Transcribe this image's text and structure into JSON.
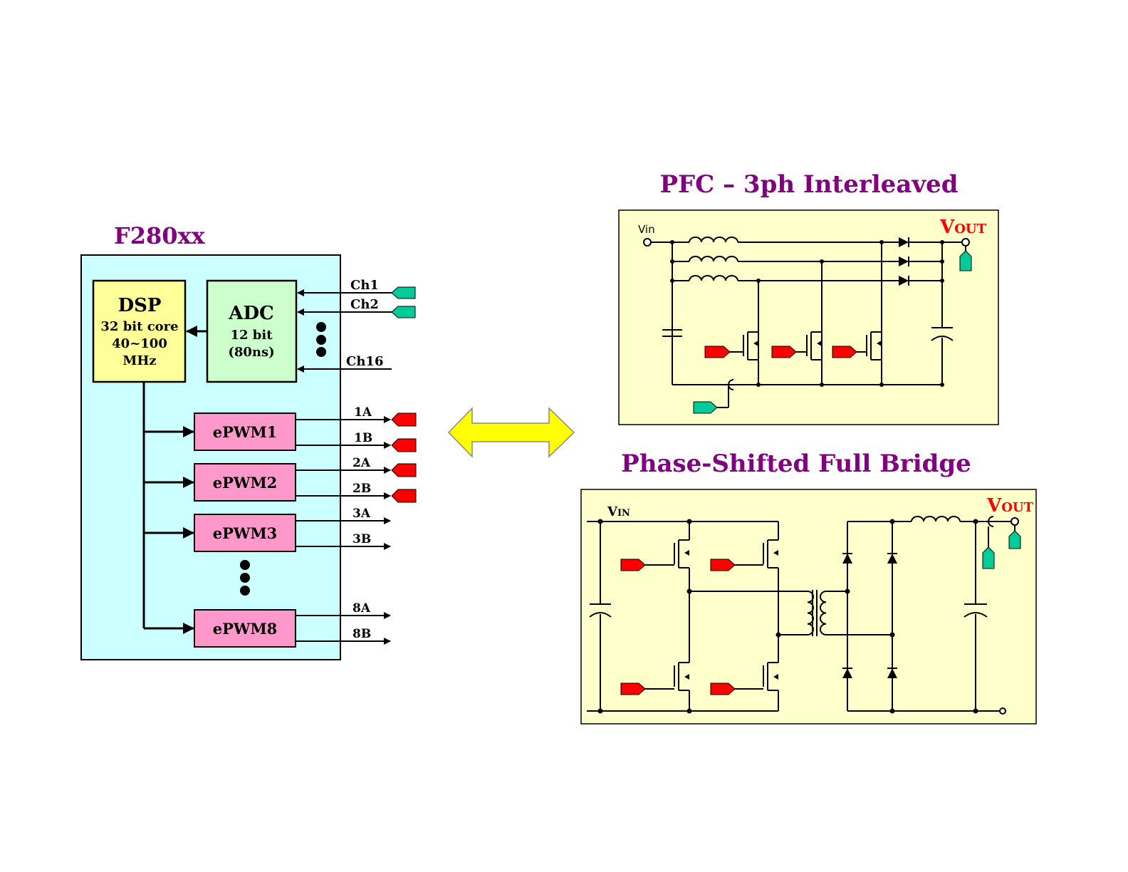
{
  "mcu": {
    "title": "F280xx",
    "dsp": {
      "label": "DSP",
      "line1": "32 bit core",
      "line2": "40~100",
      "line3": "MHz"
    },
    "adc": {
      "label": "ADC",
      "line1": "12 bit",
      "line2": "(80ns)"
    },
    "adc_channels": [
      "Ch1",
      "Ch2",
      "Ch16"
    ],
    "pwm_modules": [
      "ePWM1",
      "ePWM2",
      "ePWM3",
      "ePWM8"
    ],
    "pwm_outputs": [
      "1A",
      "1B",
      "2A",
      "2B",
      "3A",
      "3B",
      "8A",
      "8B"
    ]
  },
  "pfc": {
    "title": "PFC – 3ph Interleaved",
    "vin_label": "Vin",
    "vout_label": {
      "main": "V",
      "sub": "OUT"
    }
  },
  "psfb": {
    "title": "Phase-Shifted Full Bridge",
    "vin_label": {
      "main": "V",
      "sub": "IN"
    },
    "vout_label": {
      "main": "V",
      "sub": "OUT"
    }
  },
  "colors": {
    "title_purple": "#800080",
    "mcu_bg": "#ccffff",
    "dsp_bg": "#ffff99",
    "adc_bg": "#ccffcc",
    "pwm_bg": "#ff99cc",
    "circuit_bg": "#ffffcc",
    "pwm_tag": "#ff0000",
    "adc_tag": "#00cc99",
    "arrow_yellow": "#ffff00",
    "vout_red": "#ff0000"
  }
}
